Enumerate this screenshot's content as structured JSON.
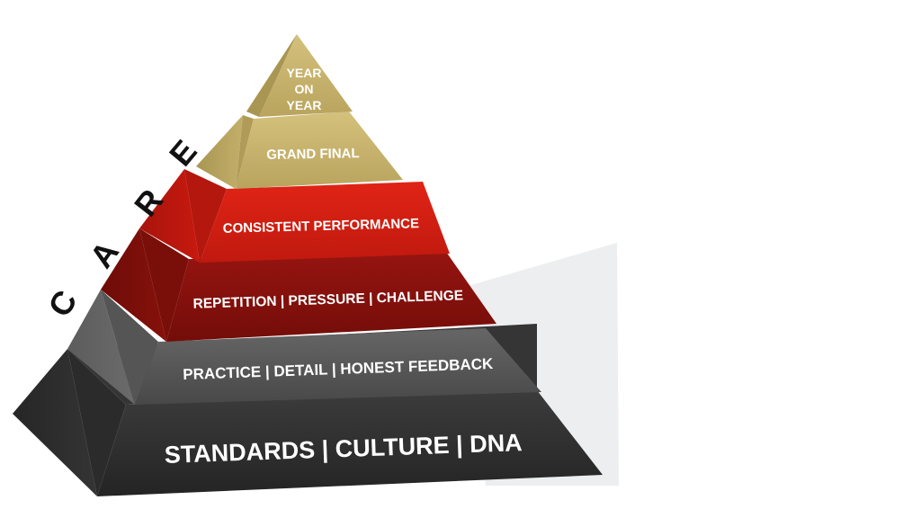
{
  "diagram": {
    "side_word": "CARE",
    "side_letters": [
      "C",
      "A",
      "R",
      "E"
    ],
    "tiers": [
      {
        "lines": [
          "YEAR",
          "ON",
          "YEAR"
        ]
      },
      {
        "lines": [
          "GRAND FINAL"
        ]
      },
      {
        "lines": [
          "CONSISTENT PERFORMANCE"
        ]
      },
      {
        "lines": [
          "REPETITION | PRESSURE | CHALLENGE"
        ]
      },
      {
        "lines": [
          "PRACTICE | DETAIL | HONEST FEEDBACK"
        ]
      },
      {
        "lines": [
          "STANDARDS | CULTURE | DNA"
        ]
      }
    ],
    "colors": {
      "gold": "#c8b46a",
      "red_bright": "#d21e12",
      "red_dark": "#8c110c",
      "grey": "#5a5a5a",
      "charcoal": "#2f2f2f",
      "shadow_panel": "#eceeef"
    }
  }
}
